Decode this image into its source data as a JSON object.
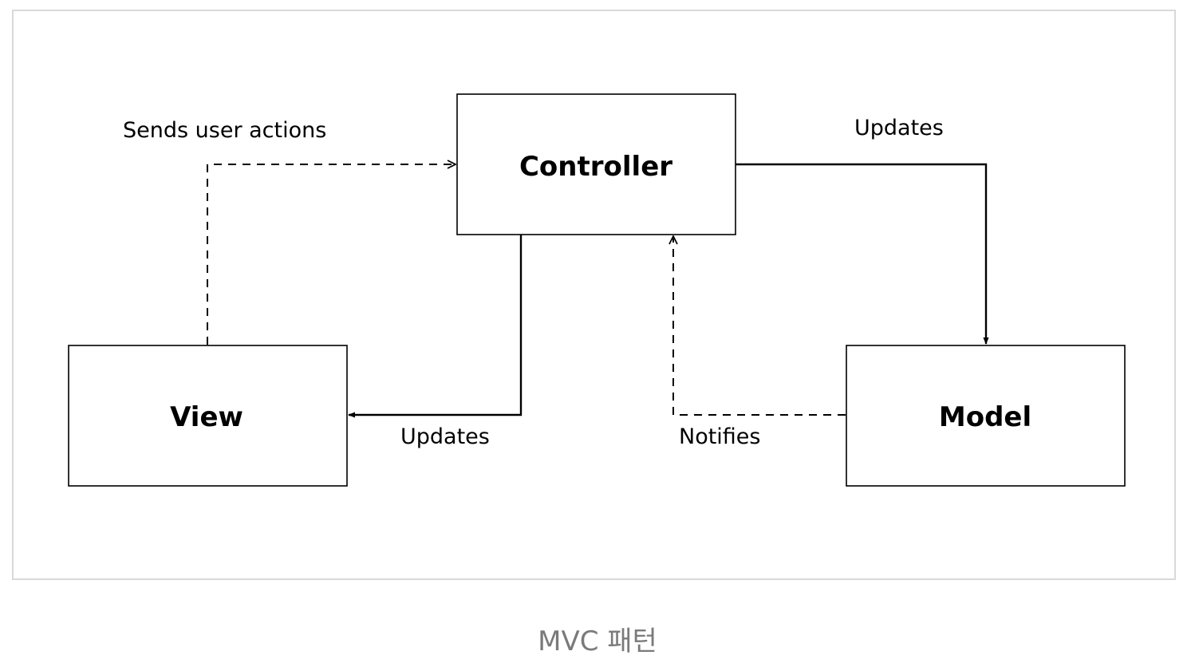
{
  "diagram": {
    "nodes": {
      "controller": "Controller",
      "view": "View",
      "model": "Model"
    },
    "edges": {
      "view_to_controller": "Sends user actions",
      "controller_to_model": "Updates",
      "controller_to_view": "Updates",
      "model_to_controller": "Notifies"
    }
  },
  "caption": "MVC 패턴"
}
